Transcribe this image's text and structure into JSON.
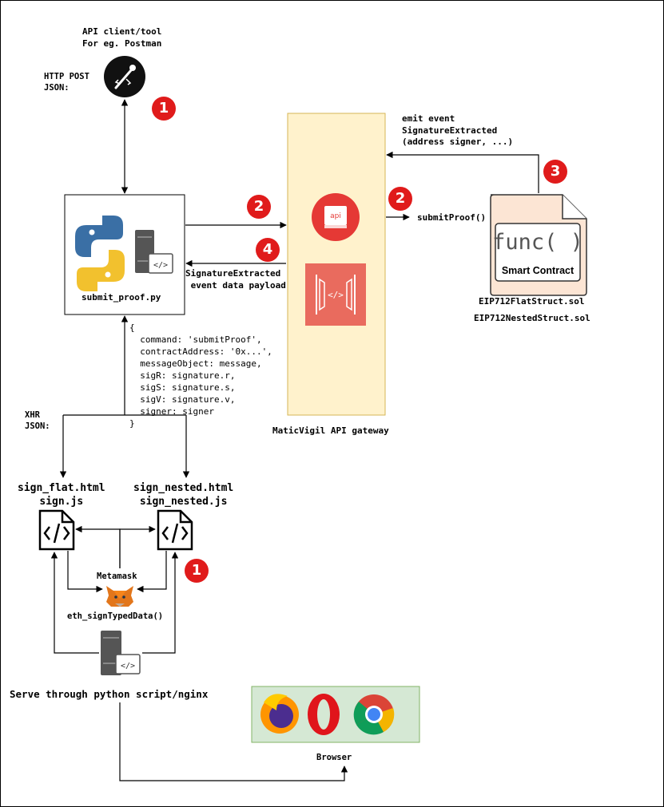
{
  "client": {
    "title": "API client/tool\nFor eg. Postman",
    "http_label": "HTTP POST\nJSON:"
  },
  "python": {
    "label": "submit_proof.py",
    "payload_label": "{\n  command: 'submitProof',\n  contractAddress: '0x...',\n  messageObject: message,\n  sigR: signature.r,\n  sigS: signature.s,\n  sigV: signature.v,\n  signer: signer\n}",
    "xhr_label": "XHR\nJSON:"
  },
  "gateway": {
    "label": "MaticVigil API gateway",
    "api_icon_text": "api"
  },
  "contract": {
    "emit_label": "emit event\nSignatureExtracted\n(address signer, ...)",
    "call_label": "submitProof()",
    "func_text": "func( )",
    "card_title": "Smart Contract",
    "file1": "EIP712FlatStruct.sol",
    "file2": "EIP712NestedStruct.sol"
  },
  "response": {
    "label": "SignatureExtracted\n event data payload"
  },
  "frontend": {
    "flat": "sign_flat.html\nsign.js",
    "nested": "sign_nested.html\nsign_nested.js",
    "metamask": "Metamask",
    "eth_sign": "eth_signTypedData()",
    "serve": "Serve through python script/nginx",
    "browser": "Browser"
  },
  "steps": {
    "client_step": "1",
    "request_step": "2",
    "call_step": "2",
    "event_step": "3",
    "response_step": "4",
    "metamask_step": "1"
  },
  "colors": {
    "badge": "#e01b1b",
    "gateway_fill": "#fff2cc",
    "gateway_border": "#d6b656",
    "browser_fill": "#d5e8d4",
    "browser_border": "#82b366",
    "contract_fill": "#fce5d4",
    "api_red": "#e53935",
    "gateway_icon": "#e96b5e"
  }
}
